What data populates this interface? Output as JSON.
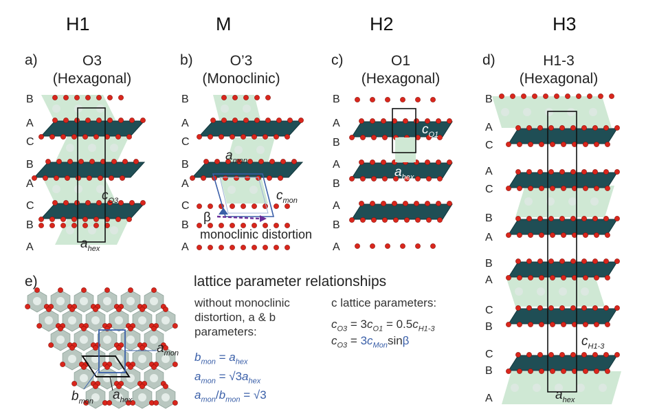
{
  "phases": [
    "H1",
    "M",
    "H2",
    "H3"
  ],
  "panels": {
    "a": {
      "letter": "a)",
      "name": "O3",
      "system": "(Hexagonal)",
      "stacking": [
        "B",
        "A",
        "C",
        "B",
        "A",
        "C",
        "B",
        "A"
      ],
      "labels": {
        "c": "c",
        "c_sub": "O3",
        "a": "a",
        "a_sub": "hex"
      }
    },
    "b": {
      "letter": "b)",
      "name": "O’3",
      "system": "(Monoclinic)",
      "stacking": [
        "B",
        "A",
        "C",
        "B",
        "A",
        "C",
        "B",
        "A"
      ],
      "labels": {
        "a": "a",
        "a_sub": "mon",
        "c": "c",
        "c_sub": "mon",
        "beta": "β",
        "distortion": "monoclinic distortion"
      }
    },
    "c": {
      "letter": "c)",
      "name": "O1",
      "system": "(Hexagonal)",
      "stacking": [
        "B",
        "A",
        "B",
        "A",
        "B",
        "A",
        "B",
        "A"
      ],
      "labels": {
        "c": "c",
        "c_sub": "O1",
        "a": "a",
        "a_sub": "hex"
      }
    },
    "d": {
      "letter": "d)",
      "name": "H1-3",
      "system": "(Hexagonal)",
      "stacking": [
        "B",
        "A",
        "C",
        "A",
        "C",
        "B",
        "A",
        "B",
        "A",
        "C",
        "B",
        "C",
        "B",
        "A"
      ],
      "labels": {
        "c": "c",
        "c_sub": "H1-3",
        "a": "a",
        "a_sub": "hex"
      }
    },
    "e": {
      "letter": "e)",
      "labels": {
        "a_mon": "a",
        "a_mon_sub": "mon",
        "b_mon": "b",
        "b_mon_sub": "mon",
        "a_hex": "a",
        "a_hex_sub": "hex"
      }
    }
  },
  "relationships": {
    "title": "lattice parameter relationships",
    "left_note": [
      "without monoclinic",
      "distortion, a & b",
      "parameters:"
    ],
    "left_eqs": [
      {
        "lhs": "b",
        "lhs_sub": "mon",
        "op": " = ",
        "rhs": "a",
        "rhs_sub": "hex"
      },
      {
        "lhs": "a",
        "lhs_sub": "mon",
        "op": " = √3",
        "rhs": "a",
        "rhs_sub": "hex"
      },
      {
        "lhs": "a",
        "lhs_sub": "mon",
        "op": "/",
        "rhs": "b",
        "rhs_sub": "mon",
        "tail": " = √3"
      }
    ],
    "right_note": "c lattice parameters:",
    "right_eq1": {
      "t1": "c",
      "s1": "O3",
      "t2": " = 3",
      "t3": "c",
      "s3": "O1",
      "t4": " = 0.5",
      "t5": "c",
      "s5": "H1-3"
    },
    "right_eq2": {
      "t1": "c",
      "s1": "O3",
      "t2": " = ",
      "t3": "3",
      "t4": "c",
      "s4": "Mon",
      "t5": "sin",
      "t6": "β"
    }
  },
  "colors": {
    "slab": "#1f4e55",
    "slab_edge": "#12363b",
    "oxygen": "#d9261c",
    "interlayer": "#cfe8d4",
    "ion": "#dde8e2",
    "blue": "#3a5fa8",
    "purple": "#6a2e9a"
  }
}
